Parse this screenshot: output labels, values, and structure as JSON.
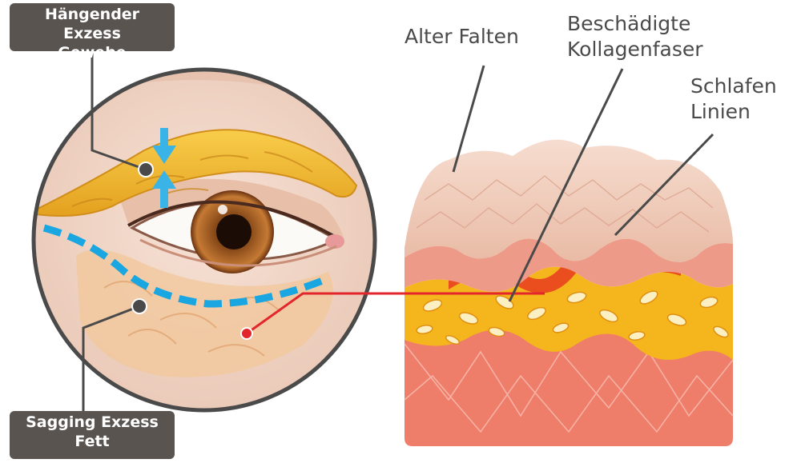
{
  "labels": {
    "top_left": {
      "line1": "Hängender Exzess",
      "line2": "Gewebe"
    },
    "bottom_left": {
      "line1": "Sagging Exzess",
      "line2": "Fett"
    },
    "alter_falten": "Alter Falten",
    "kollagen": {
      "line1": "Beschädigte",
      "line2": "Kollagenfaser"
    },
    "schlafen": {
      "line1": "Schlafen",
      "line2": "Linien"
    }
  },
  "colors": {
    "tag_bg": "#5a5451",
    "circle_border": "#4a4a4a",
    "skin": "#f3dccf",
    "fat": "#f0b833",
    "arrow": "#3ab4e6",
    "dashed_line": "#1aa6e0",
    "connector_red": "#e3262b",
    "dermis": "#ee7d6a",
    "collagen_layer": "#f5b51c",
    "epidermis": "#f2cdbd"
  }
}
